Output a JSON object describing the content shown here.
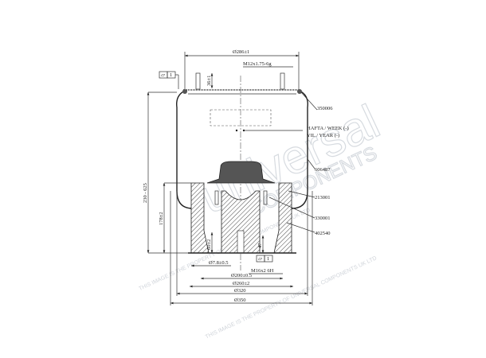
{
  "dimensions": {
    "top_diameter": "Ø286±1",
    "thread_top": "M12x1.75-6g",
    "stud_height": "36±1",
    "overall_height": "230 - 625",
    "piston_height": "178±2",
    "hole_depth": "60±2",
    "thread_depth": "47",
    "hole_diameter": "Ø7.8±0.5",
    "thread_bottom": "M16x2 6H",
    "bolt_circle": "Ø200±0.5",
    "base_diameter": "Ø260±2",
    "diameter_320": "Ø320",
    "diameter_350": "Ø350"
  },
  "flatness_top": {
    "symbol": "▱",
    "value": "1"
  },
  "flatness_bottom": {
    "symbol": "▱",
    "value": "1"
  },
  "parts": [
    "350006",
    "606487",
    "213001",
    "330001",
    "402540"
  ],
  "marking": {
    "week": "HAFTA / WEEK (-)",
    "year": "YIL / YEAR (-)"
  },
  "watermark": {
    "brand": "universal",
    "sub": "COMPONENTS",
    "notice": "THIS IMAGE IS THE PROPERTY OF UNIVERSAL COMPONENTS UK LTD"
  }
}
